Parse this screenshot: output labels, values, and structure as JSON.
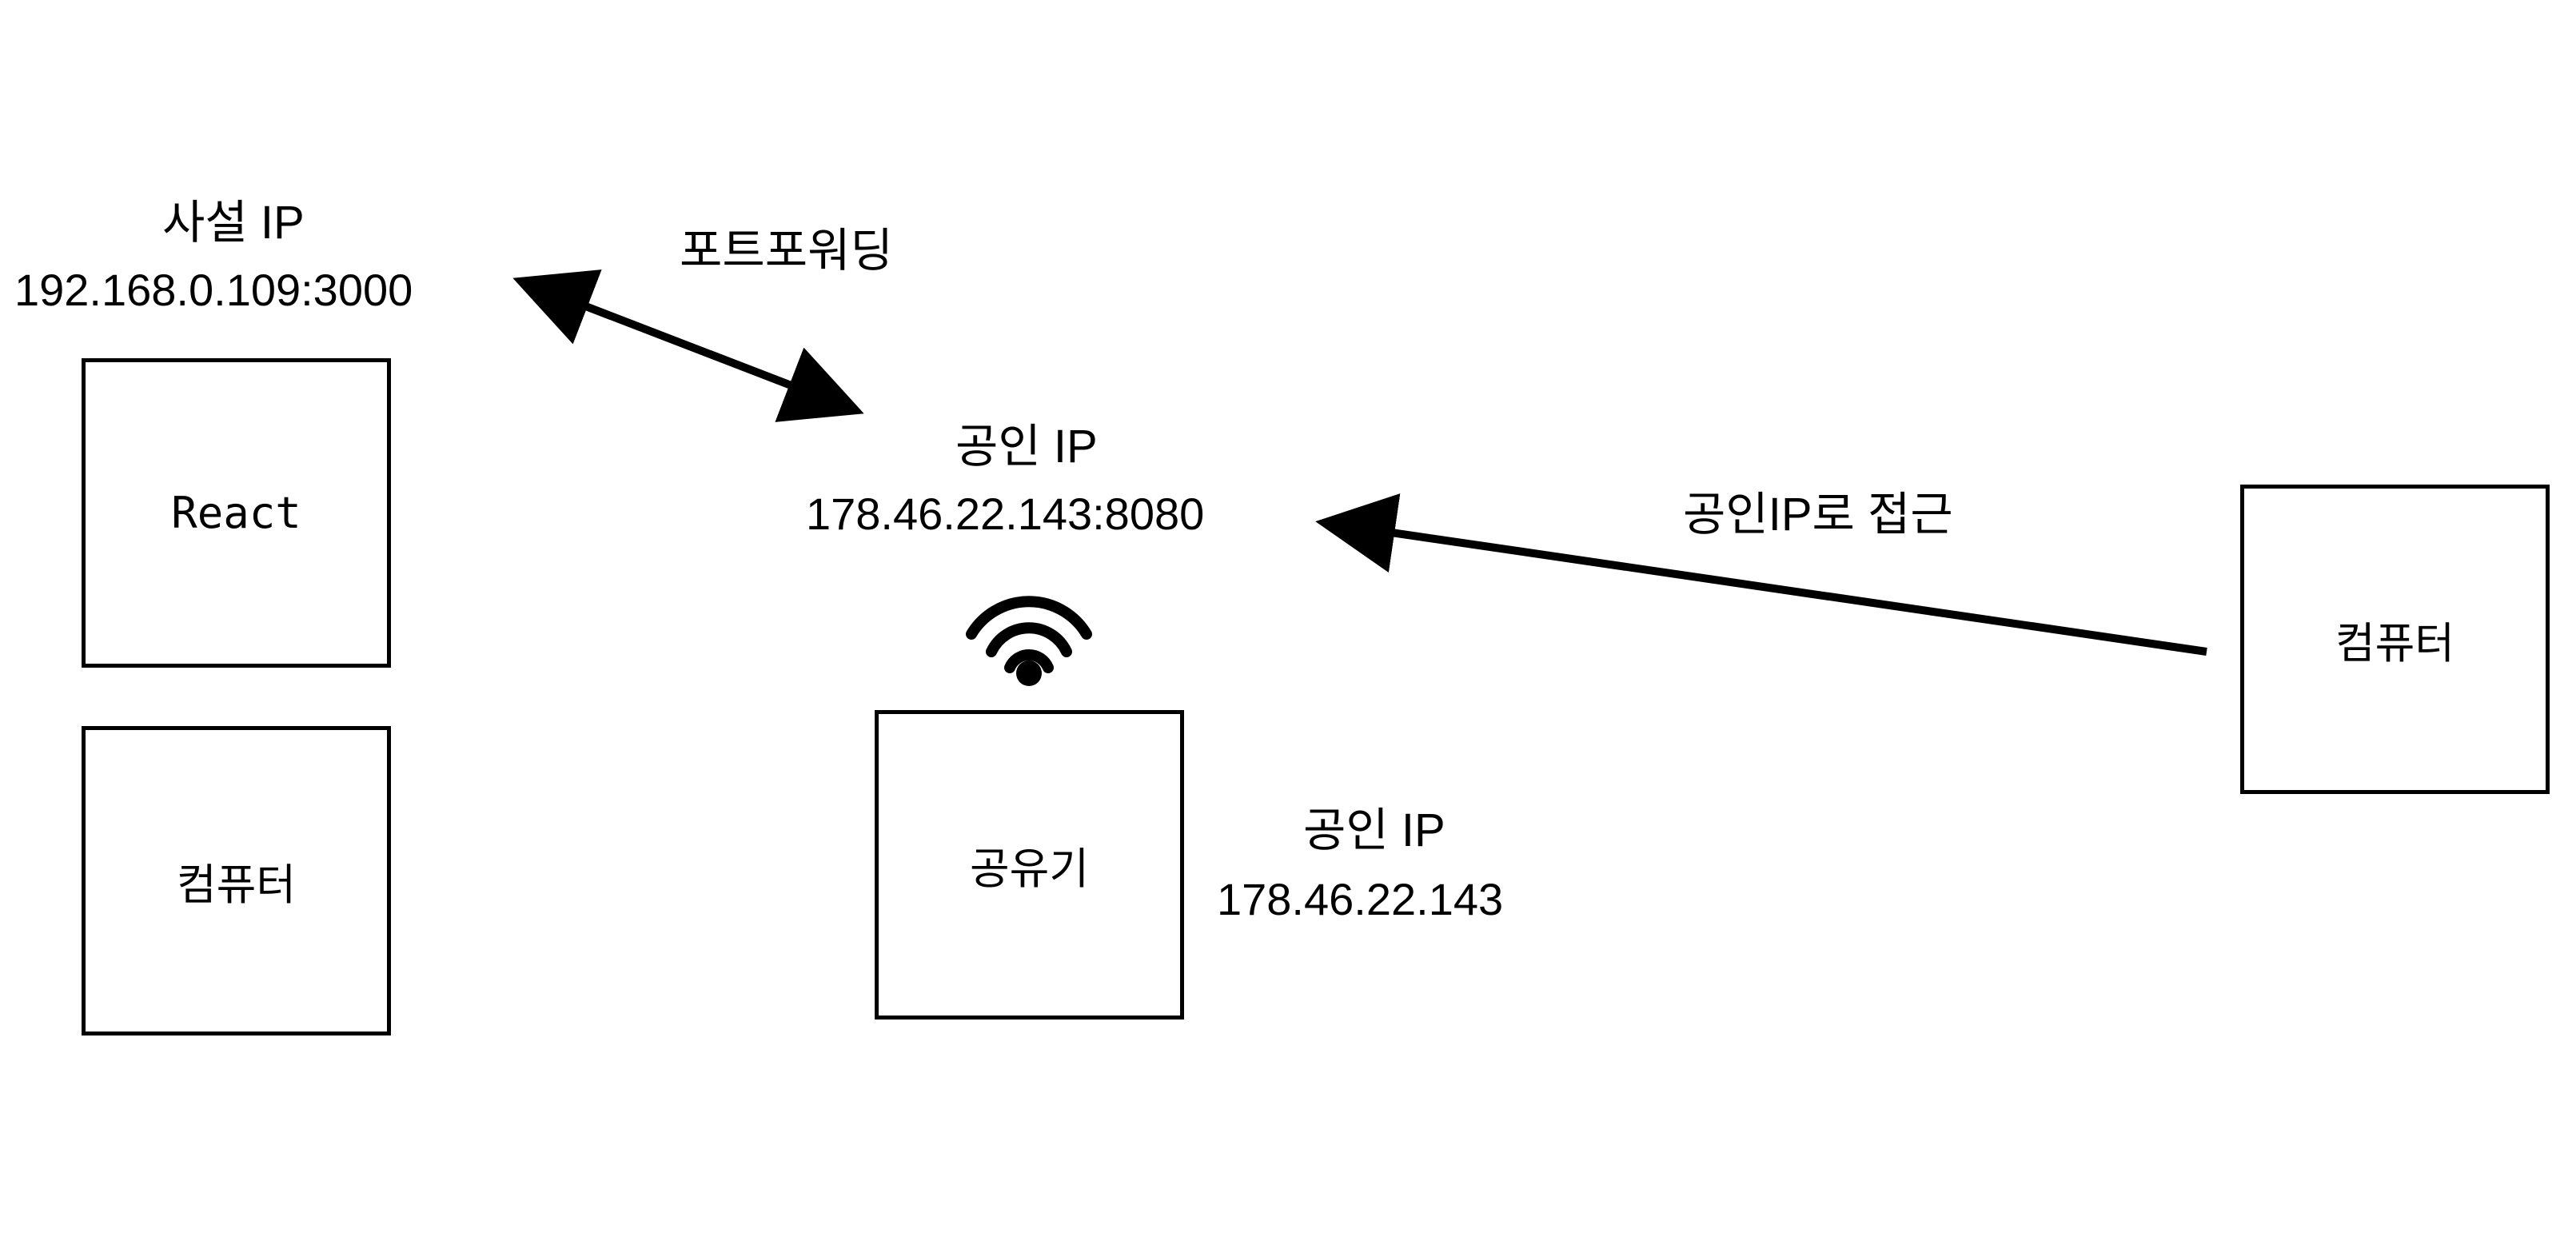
{
  "private_ip": {
    "title": "사설 IP",
    "address": "192.168.0.109:3000"
  },
  "port_forwarding_label": "포트포워딩",
  "public_ip_port": {
    "title": "공인 IP",
    "address": "178.46.22.143:8080"
  },
  "public_ip_router": {
    "title": "공인 IP",
    "address": "178.46.22.143"
  },
  "access_label": "공인IP로 접근",
  "boxes": {
    "react": "React",
    "local_computer": "컴퓨터",
    "router": "공유기",
    "remote_computer": "컴퓨터"
  },
  "icons": {
    "wifi": "wifi-icon"
  }
}
